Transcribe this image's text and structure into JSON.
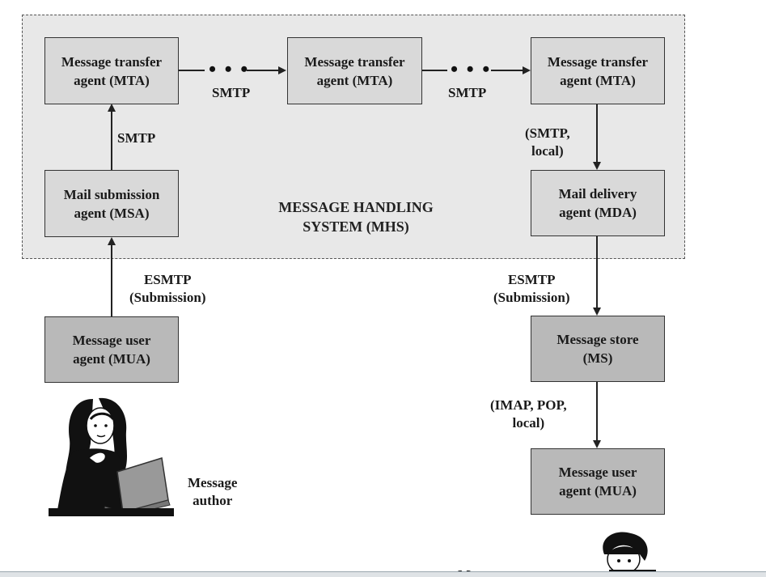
{
  "mhs": {
    "label_line1": "MESSAGE HANDLING",
    "label_line2": "SYSTEM (MHS)"
  },
  "boxes": {
    "mta1": {
      "line1": "Message transfer",
      "line2": "agent (MTA)"
    },
    "mta2": {
      "line1": "Message transfer",
      "line2": "agent (MTA)"
    },
    "mta3": {
      "line1": "Message transfer",
      "line2": "agent (MTA)"
    },
    "msa": {
      "line1": "Mail submission",
      "line2": "agent (MSA)"
    },
    "mda": {
      "line1": "Mail delivery",
      "line2": "agent (MDA)"
    },
    "mua_author": {
      "line1": "Message user",
      "line2": "agent (MUA)"
    },
    "ms": {
      "line1": "Message store",
      "line2": "(MS)"
    },
    "mua_recipient": {
      "line1": "Message user",
      "line2": "agent (MUA)"
    }
  },
  "labels": {
    "smtp_mta1_mta2": "SMTP",
    "smtp_mta2_mta3": "SMTP",
    "smtp_msa_mta1": "SMTP",
    "smtp_local_line1": "(SMTP,",
    "smtp_local_line2": "local)",
    "esmtp_left_line1": "ESMTP",
    "esmtp_left_line2": "(Submission)",
    "esmtp_right_line1": "ESMTP",
    "esmtp_right_line2": "(Submission)",
    "imap_line1": "(IMAP, POP,",
    "imap_line2": "local)",
    "ellipsis": "• • •"
  },
  "people": {
    "author_line1": "Message",
    "author_line2": "author",
    "recipient_partial": "Message"
  },
  "colors": {
    "mhs_bg": "#e8e8e8",
    "box_light": "#d9d9d9",
    "box_dark": "#b9b9b9",
    "line": "#222222"
  }
}
